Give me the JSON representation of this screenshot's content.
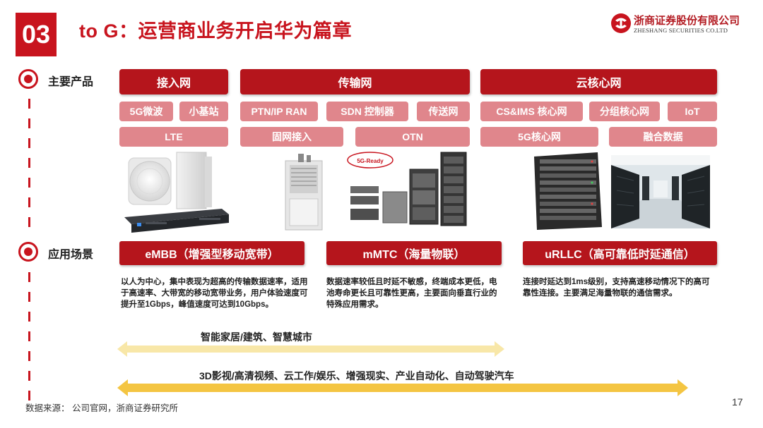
{
  "header": {
    "section_number": "03",
    "title": "to G：运营商业务开启华为篇章",
    "logo_cn": "浙商证券股份有限公司",
    "logo_en": "ZHESHANG SECURITIES CO.LTD"
  },
  "products": {
    "label": "主要产品",
    "columns": [
      {
        "title": "接入网",
        "chips": [
          "5G微波",
          "小基站",
          "LTE"
        ]
      },
      {
        "title": "传输网",
        "chips": [
          "PTN/IP RAN",
          "SDN 控制器",
          "传送网",
          "固网接入",
          "OTN"
        ]
      },
      {
        "title": "云核心网",
        "chips": [
          "CS&IMS 核心网",
          "分组核心网",
          "IoT",
          "5G核心网",
          "融合数据"
        ]
      }
    ],
    "badge_5g": "5G-Ready"
  },
  "scenarios": {
    "label": "应用场景",
    "items": [
      {
        "title": "eMBB（增强型移动宽带）",
        "desc": "以人为中心，集中表现为超高的传输数据速率，适用于高速率、大带宽的移动宽带业务，用户体验速度可提升至1Gbps，峰值速度可达到10Gbps。"
      },
      {
        "title": "mMTC（海量物联）",
        "desc": "数据速率较低且时延不敏感，终端成本更低，电池寿命更长且可靠性更高，主要面向垂直行业的特殊应用需求。"
      },
      {
        "title": "uRLLC（高可靠低时延通信）",
        "desc": "连接时延达到1ms级别，支持高速移动情况下的高可靠性连接。主要满足海量物联的通信需求。"
      }
    ],
    "arrow1": "智能家居/建筑、智慧城市",
    "arrow2": "3D影视/高清视频、云工作/娱乐、增强现实、产业自动化、自动驾驶汽车"
  },
  "footer": {
    "source": "数据来源：  公司官网，浙商证券研究所",
    "page": "17"
  },
  "colors": {
    "brand_red": "#b5151c",
    "chip_pink": "#e0868c",
    "arrow_yellow": "#f4c542"
  }
}
